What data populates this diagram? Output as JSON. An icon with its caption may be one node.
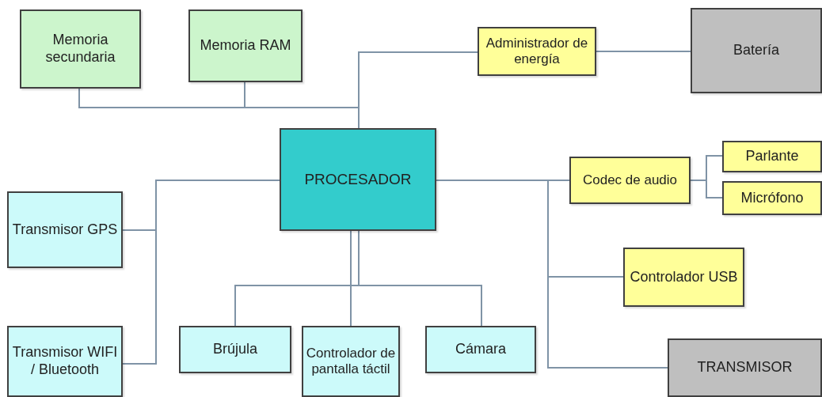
{
  "diagram": {
    "nodes": [
      {
        "text": [
          "Memoria secundaria"
        ]
      },
      {
        "text": [
          "Memoria RAM"
        ]
      },
      {
        "text": [
          "Administrador de energía"
        ]
      },
      {
        "text": [
          "Batería"
        ]
      },
      {
        "text": [
          "PROCESADOR"
        ]
      },
      {
        "text": [
          "Codec de audio"
        ]
      },
      {
        "text": [
          "Parlante"
        ]
      },
      {
        "text": [
          "Micrófono"
        ]
      },
      {
        "text": [
          "Transmisor GPS"
        ]
      },
      {
        "text": [
          "Controlador USB"
        ]
      },
      {
        "text": [
          "Transmisor WIFI / Bluetooth"
        ]
      },
      {
        "text": [
          "Brújula"
        ]
      },
      {
        "text": [
          "Controlador de pantalla táctil"
        ]
      },
      {
        "text": [
          "Cámara"
        ]
      },
      {
        "text": [
          "TRANSMISOR"
        ]
      }
    ],
    "edges": [
      {
        "from": 0,
        "to": 4,
        "arrow": "none"
      },
      {
        "from": 1,
        "to": 4,
        "arrow": "none"
      },
      {
        "from": 4,
        "to": 2,
        "arrow": "none"
      },
      {
        "from": 2,
        "to": 3,
        "arrow": "none"
      },
      {
        "from": 4,
        "to": 8,
        "arrow": "none"
      },
      {
        "from": 4,
        "to": 10,
        "arrow": "none"
      },
      {
        "from": 4,
        "to": 5,
        "arrow": "none"
      },
      {
        "from": 5,
        "to": 6,
        "arrow": "none"
      },
      {
        "from": 5,
        "to": 7,
        "arrow": "none"
      },
      {
        "from": 4,
        "to": 9,
        "arrow": "none"
      },
      {
        "from": 4,
        "to": 14,
        "arrow": "none"
      },
      {
        "from": 4,
        "to": 11,
        "arrow": "none"
      },
      {
        "from": 4,
        "to": 12,
        "arrow": "none"
      },
      {
        "from": 4,
        "to": 13,
        "arrow": "none"
      }
    ]
  }
}
